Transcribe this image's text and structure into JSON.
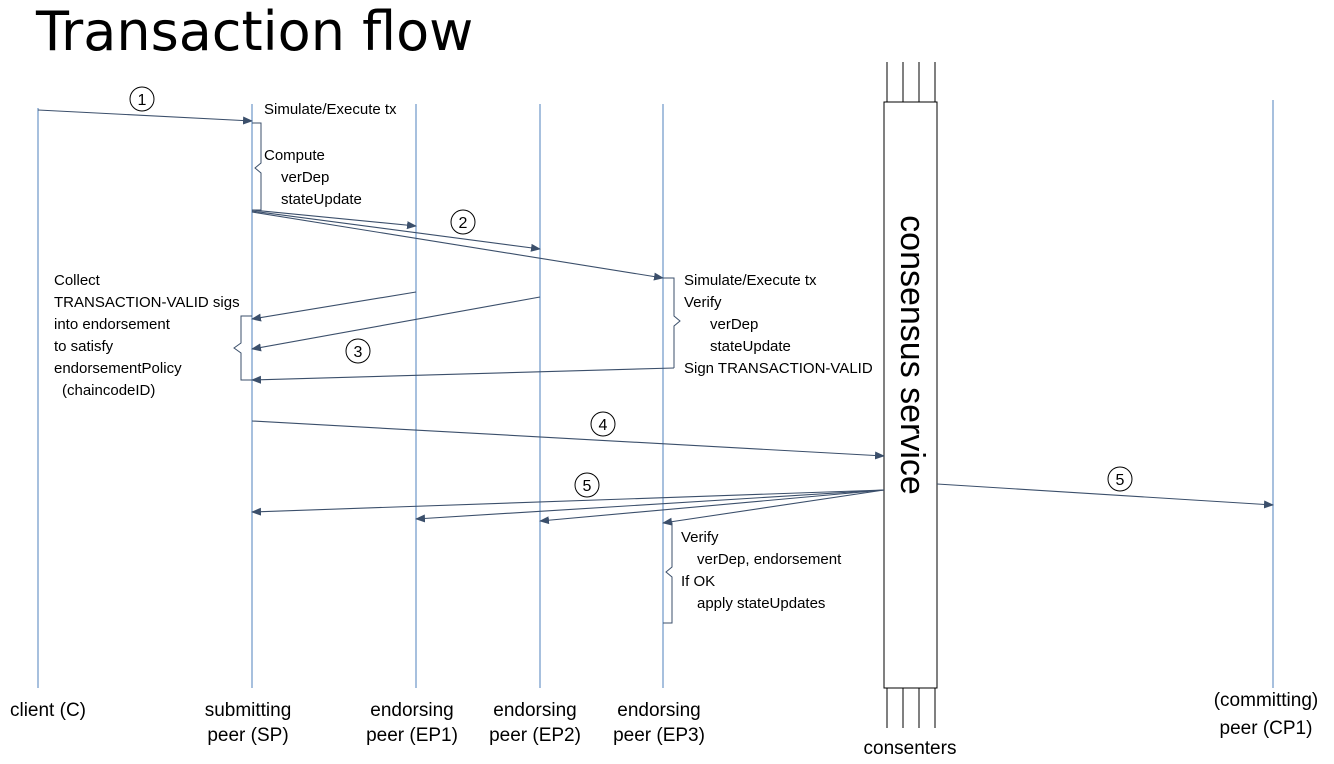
{
  "title": "Transaction flow",
  "actors": [
    {
      "line1": "client (C)",
      "line2": ""
    },
    {
      "line1": "submitting",
      "line2": "peer (SP)"
    },
    {
      "line1": "endorsing",
      "line2": "peer (EP1)"
    },
    {
      "line1": "endorsing",
      "line2": "peer (EP2)"
    },
    {
      "line1": "endorsing",
      "line2": "peer (EP3)"
    },
    {
      "line1": "(committing)",
      "line2": "peer (CP1)"
    }
  ],
  "consensus": {
    "label": "consensus service",
    "footer": "consenters"
  },
  "steps": [
    "1",
    "2",
    "3",
    "4",
    "5",
    "5"
  ],
  "notes": {
    "simulate_sp": "Simulate/Execute tx",
    "compute": [
      "Compute",
      "verDep",
      "stateUpdate"
    ],
    "collect": [
      "Collect",
      "TRANSACTION-VALID sigs",
      "into endorsement",
      "to satisfy",
      "endorsementPolicy",
      "(chaincodeID)"
    ],
    "endorse": [
      "Simulate/Execute tx",
      "Verify",
      "verDep",
      "stateUpdate",
      "Sign TRANSACTION-VALID"
    ],
    "verify": [
      "Verify",
      "verDep, endorsement",
      "If OK",
      "apply stateUpdates"
    ]
  }
}
